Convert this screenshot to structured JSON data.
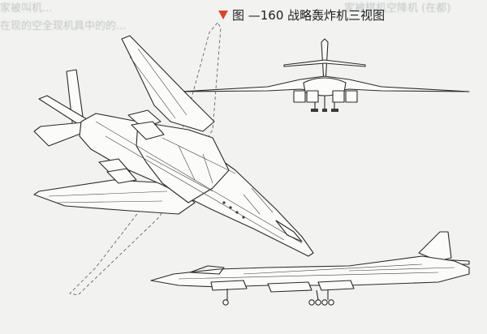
{
  "caption": {
    "text": "图 —160 战略轰炸机三视图",
    "marker_color": "#d8442e"
  },
  "background_bleed": {
    "left_line_1": "家被叫机...",
    "right_line_1": "家被棋机空降机 (在都)",
    "left_line_2": "在现的空全现机具中的的..."
  }
}
